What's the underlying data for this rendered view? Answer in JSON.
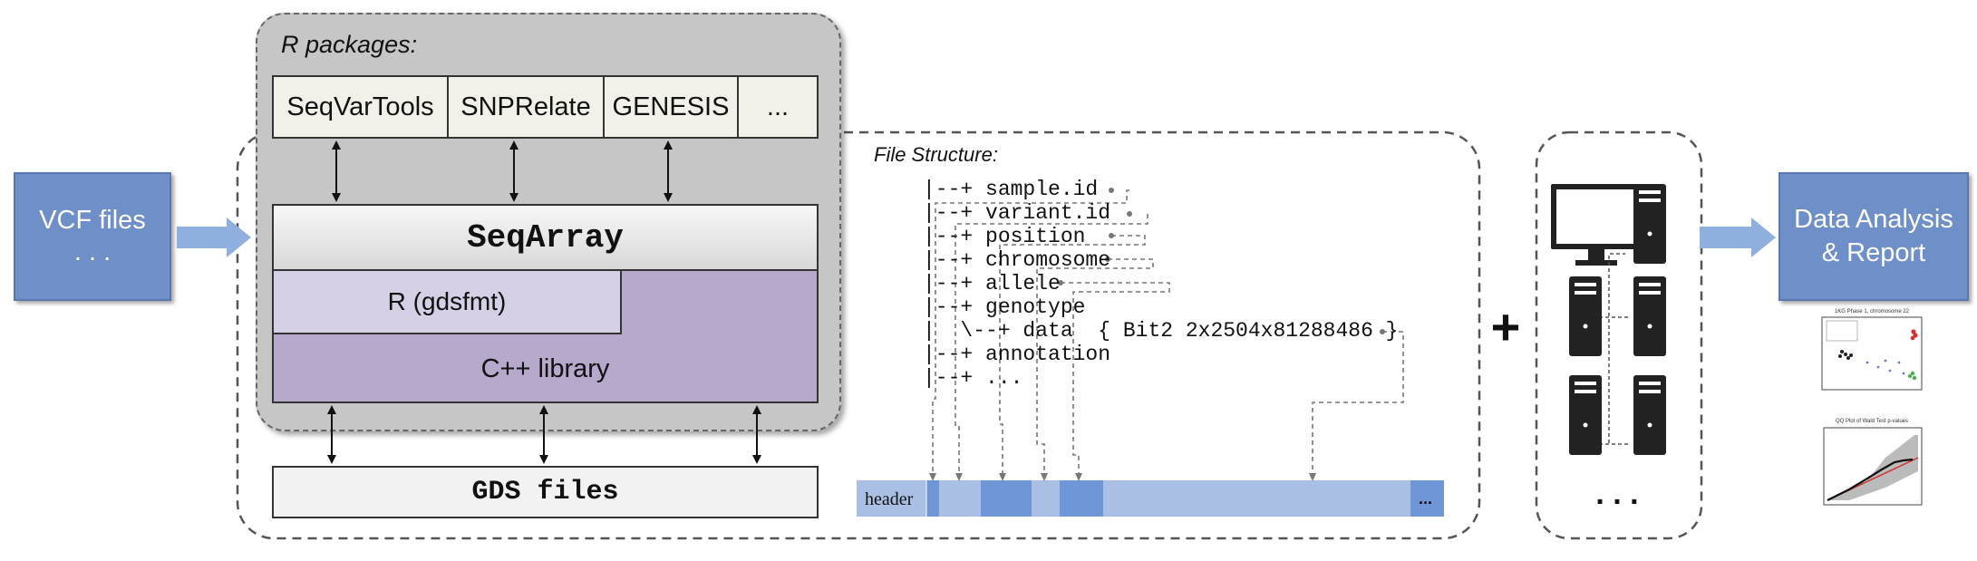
{
  "vcf_box": {
    "line1": "VCF files",
    "line2": ". . ."
  },
  "r_packages": {
    "title": "R packages:",
    "items": [
      "SeqVarTools",
      "SNPRelate",
      "GENESIS",
      "..."
    ]
  },
  "stack": {
    "seqarray": "SeqArray",
    "gdsfmt": "R (gdsfmt)",
    "cpp": "C++ library",
    "gds_files": "GDS files"
  },
  "file_structure": {
    "title": "File Structure:",
    "lines": [
      "|--+ sample.id",
      "|--+ variant.id",
      "|--+ position",
      "|--+ chromosome",
      "|--+ allele",
      "|--+ genotype",
      "|  \\--+ data  { Bit2 2x2504x81288486 }",
      "|--+ annotation",
      "|--+ ..."
    ],
    "bar_header": "header",
    "bar_more": "..."
  },
  "plus": "+",
  "cluster_dots": ". . .",
  "output_box": {
    "line1": "Data Analysis",
    "line2": "& Report"
  },
  "thumbnails": {
    "plot1_title": "1KG Phase 1, chromosome 22",
    "plot2_title": "QQ Plot of Wald Test p-values"
  },
  "colors": {
    "blue_box": "#6f8fc9",
    "arrow_blue": "#8fb0df",
    "rpkg_gray": "#c6c6c6",
    "purple": "#b7a9cc",
    "lavender": "#d5d0e6",
    "bar_light": "#a9bfe3",
    "bar_dark": "#6f96d6"
  }
}
